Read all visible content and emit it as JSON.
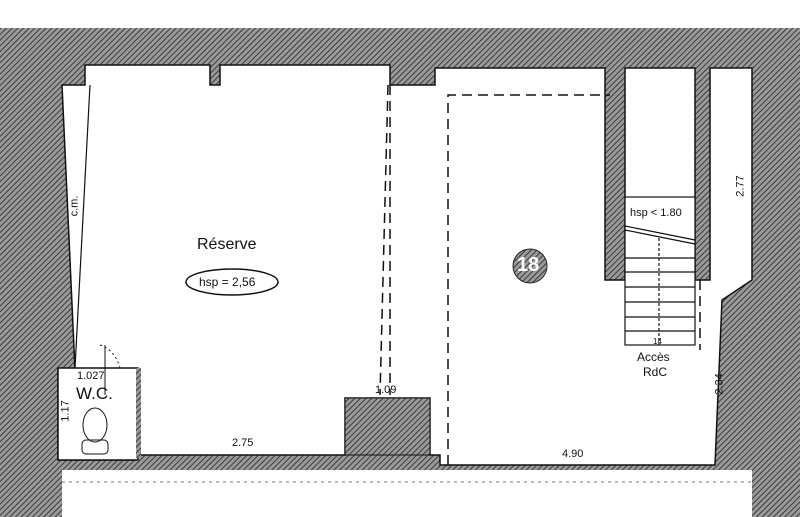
{
  "plan": {
    "room_label": "Réserve",
    "room_height": "hsp = 2,56",
    "room_number": "18",
    "wc_label": "W.C.",
    "stairs_height": "hsp < 1.80",
    "stairs_access": [
      "Accès",
      "RdC"
    ],
    "chimney_label": "c.m.",
    "dimensions": {
      "wc_width": "1.027",
      "wc_depth": "1.17",
      "reserve_bottom": "2.75",
      "step": "1.09",
      "right_room_bottom": "4.90",
      "right_upper": "2.77",
      "right_lower": "2.34",
      "stairs_steps": "14"
    }
  },
  "colors": {
    "wall": "#6b6b6b",
    "line": "#111111"
  }
}
